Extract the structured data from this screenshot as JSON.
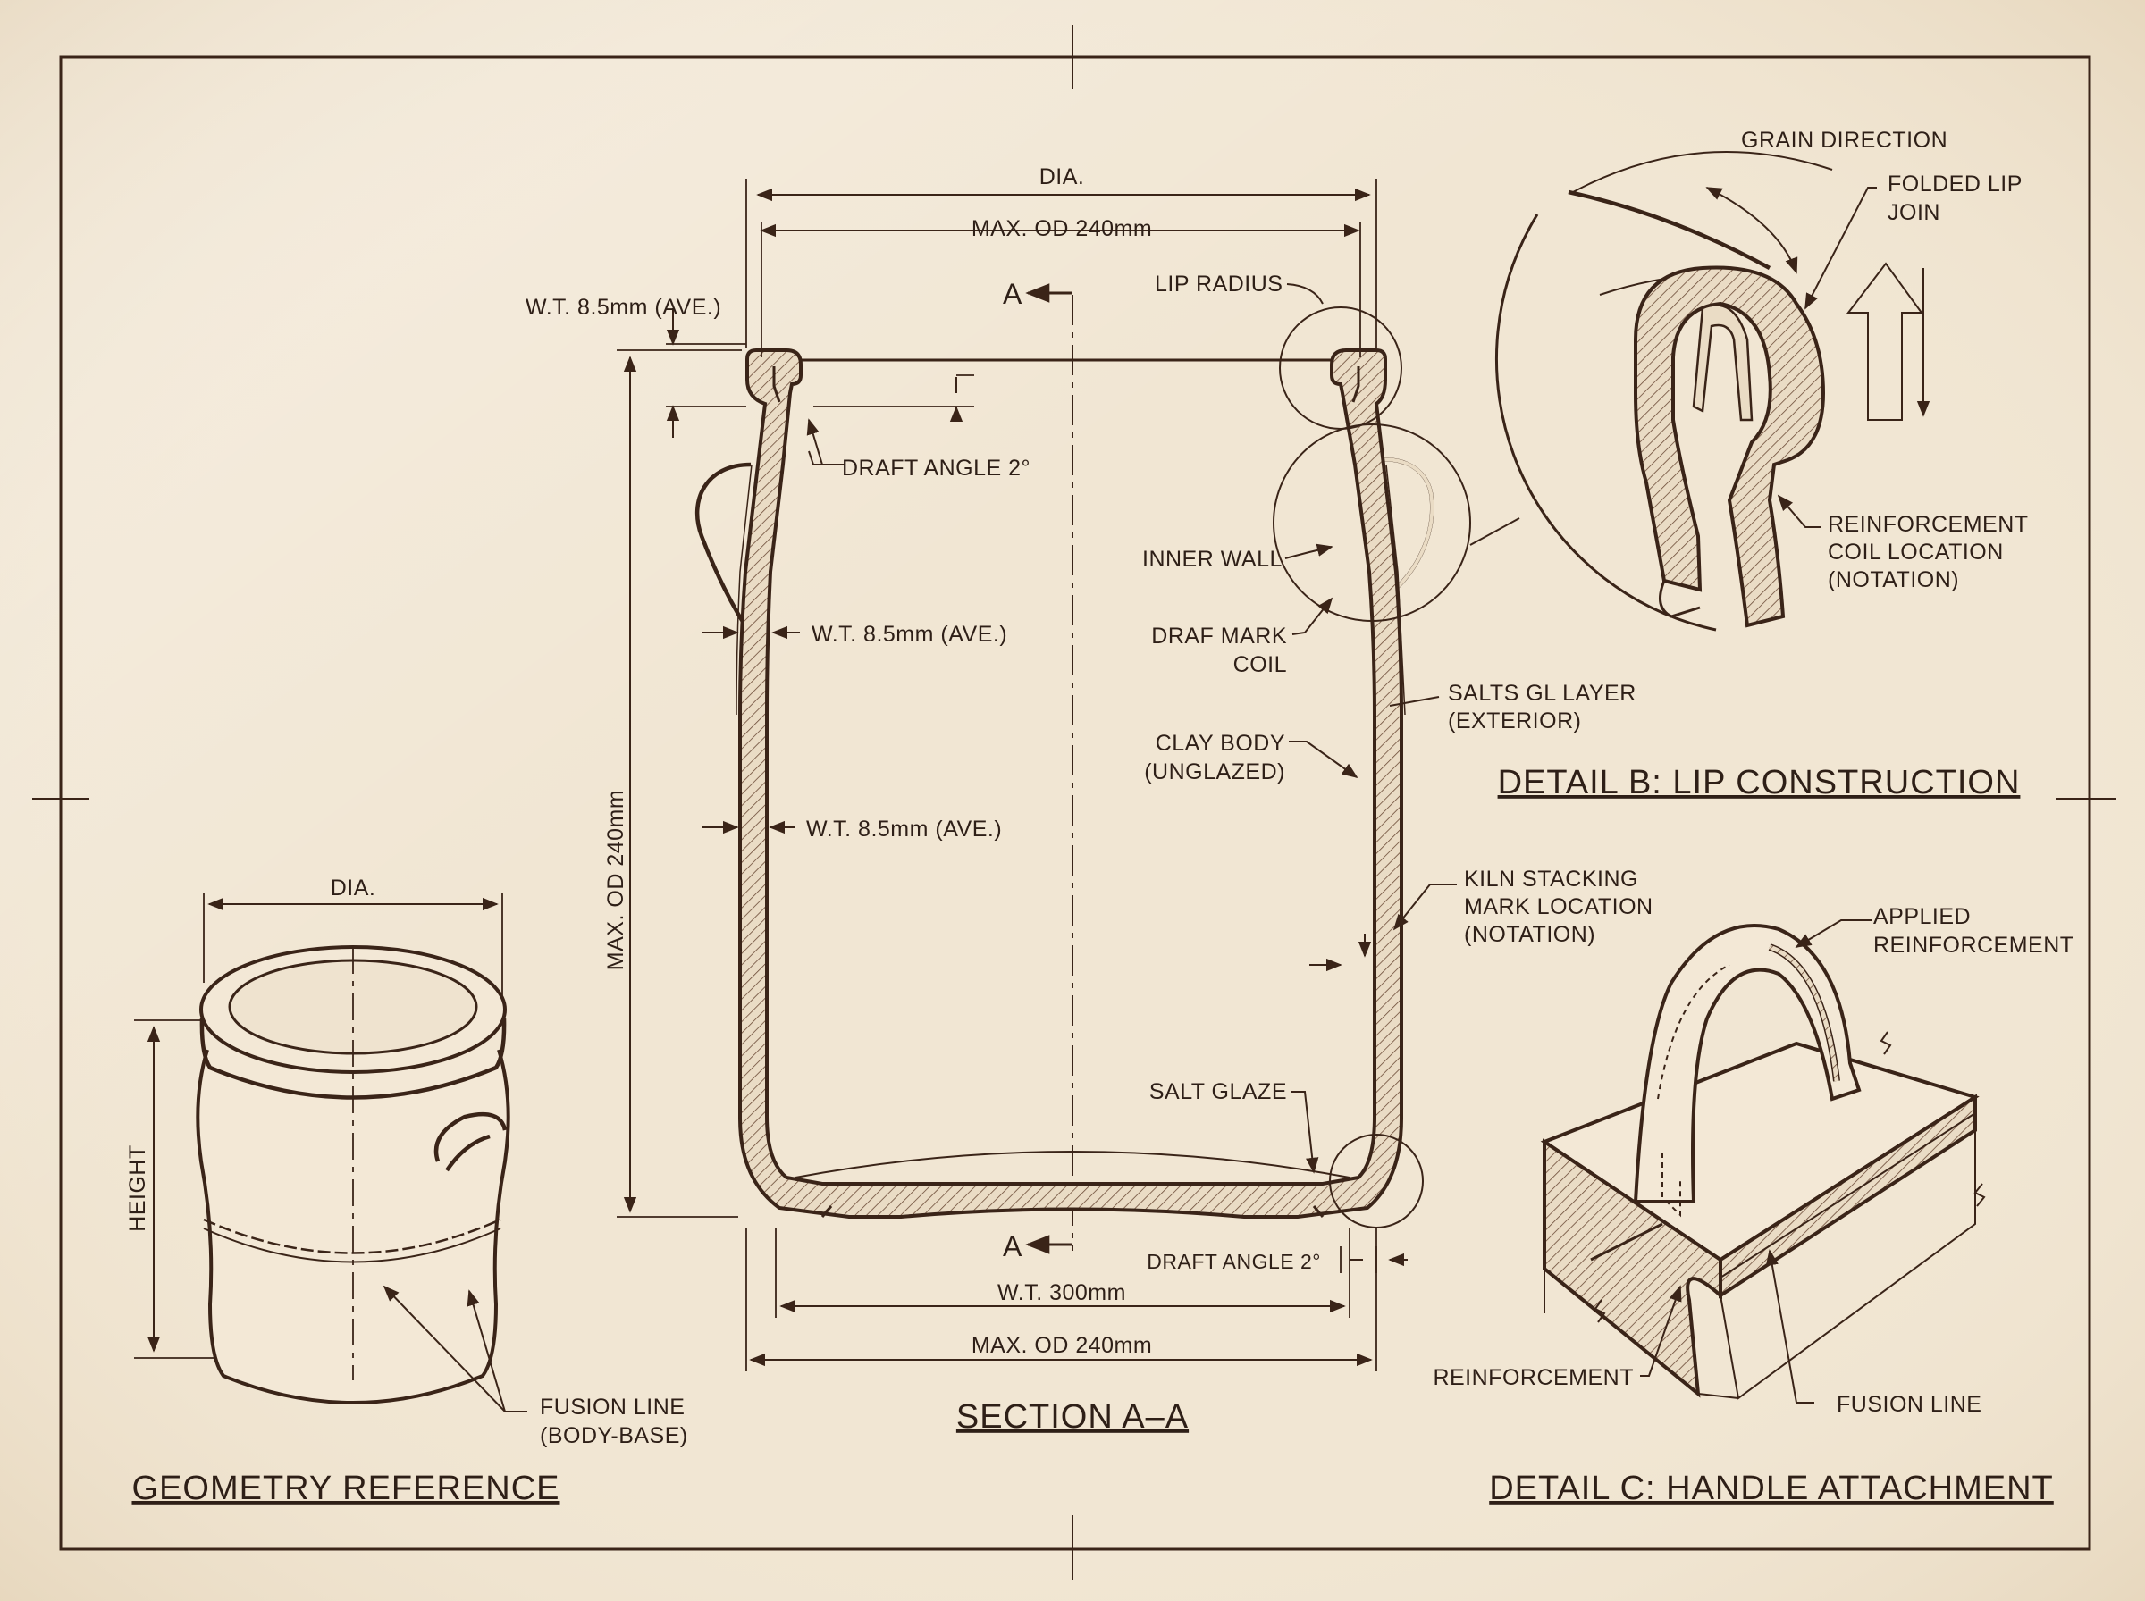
{
  "palette": {
    "paper": "#f1e6d3",
    "ink": "#3a2418",
    "text": "#2e1f17",
    "hatch": "#6b4a36",
    "wall_fill": "#e8d6bd"
  },
  "section": {
    "title": "SECTION A–A",
    "top_dia": "DIA.",
    "top_od": "MAX. OD 240mm",
    "wt_top_left": "W.T. 8.5mm (AVE.)",
    "section_mark_top": "A",
    "section_mark_bottom": "A",
    "lip_radius": "LIP RADIUS",
    "draft_angle_top": "DRAFT ANGLE 2°",
    "inner_wall": "INNER WALL",
    "wt_mid_1": "W.T. 8.5mm (AVE.)",
    "wt_mid_2": "W.T. 8.5mm (AVE.)",
    "draf_mark_1": "DRAF MARK",
    "draf_mark_2": "COIL",
    "salts_gl_1": "SALTS GL LAYER",
    "salts_gl_2": "(EXTERIOR)",
    "clay_body_1": "CLAY BODY",
    "clay_body_2": "(UNGLAZED)",
    "height_dim": "MAX. OD 240mm",
    "kiln_1": "KILN STACKING",
    "kiln_2": "MARK LOCATION",
    "kiln_3": "(NOTATION)",
    "salt_glaze": "SALT GLAZE",
    "draft_angle_bottom": "DRAFT ANGLE 2°",
    "bottom_wt": "W.T. 300mm",
    "bottom_od": "MAX. OD 240mm"
  },
  "detail_b": {
    "title": "DETAIL B: LIP CONSTRUCTION",
    "grain": "GRAIN DIRECTION",
    "folded_1": "FOLDED LIP",
    "folded_2": "JOIN",
    "reinf_1": "REINFORCEMENT",
    "reinf_2": "COIL  LOCATION",
    "reinf_3": "(NOTATION)"
  },
  "geometry": {
    "title": "GEOMETRY REFERENCE",
    "dia": "DIA.",
    "height": "HEIGHT",
    "fusion_1": "FUSION LINE",
    "fusion_2": "(BODY-BASE)"
  },
  "detail_c": {
    "title": "DETAIL C: HANDLE ATTACHMENT",
    "applied_1": "APPLIED",
    "applied_2": "REINFORCEMENT",
    "reinforcement": "REINFORCEMENT",
    "fusion": "FUSION LINE"
  }
}
